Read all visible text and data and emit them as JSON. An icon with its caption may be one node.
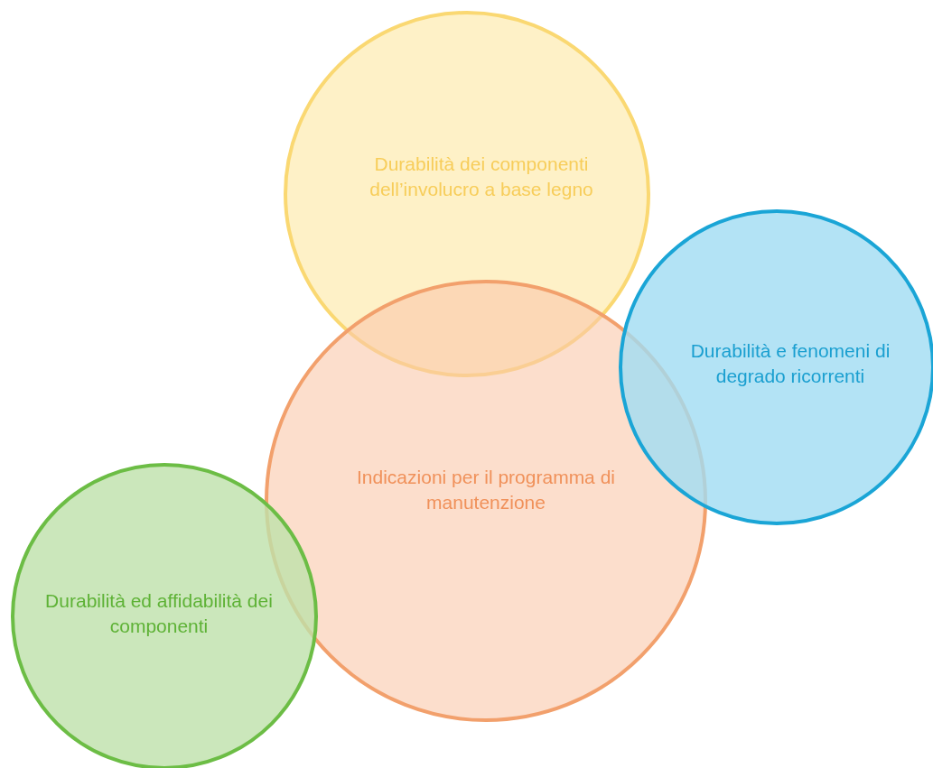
{
  "diagram": {
    "nodes": [
      {
        "text": [
          "Durabilità dei componenti dell’involucro a base legno"
        ]
      },
      {
        "text": [
          "Durabilità e fenomeni di degrado ricorrenti"
        ]
      },
      {
        "text": [
          "Indicazioni per il programma di manutenzione"
        ]
      },
      {
        "text": [
          "Durabilità ed affidabilità dei componenti"
        ]
      }
    ]
  }
}
